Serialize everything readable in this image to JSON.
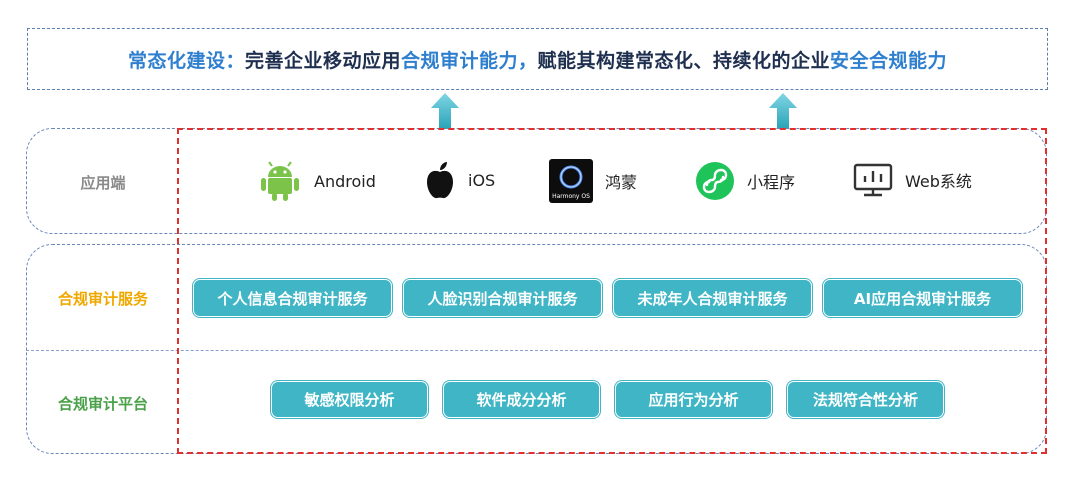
{
  "banner": {
    "segments": [
      {
        "text": "常态化建设：",
        "highlight": true
      },
      {
        "text": "完善企业移动应用",
        "highlight": false
      },
      {
        "text": "合规审计能力，",
        "highlight": true
      },
      {
        "text": "赋能其构建常态化、持续化的企业",
        "highlight": false
      },
      {
        "text": "安全合规能力",
        "highlight": true
      }
    ]
  },
  "colors": {
    "banner_text": "#1f2f4f",
    "highlight": "#2f7fcf",
    "pill_bg": "#3fb5c5",
    "red_frame": "#e03030",
    "label_app": "#8a8a8a",
    "label_service": "#f0a800",
    "label_platform": "#4aa14a"
  },
  "layers": {
    "app": {
      "label": "应用端"
    },
    "service": {
      "label": "合规审计服务"
    },
    "platform": {
      "label": "合规审计平台"
    }
  },
  "platforms": [
    {
      "icon": "android-icon",
      "label": "Android"
    },
    {
      "icon": "apple-icon",
      "label": "iOS"
    },
    {
      "icon": "harmonyos-icon",
      "label": "鸿蒙",
      "icon_text": "Harmony OS"
    },
    {
      "icon": "miniprogram-icon",
      "label": "小程序"
    },
    {
      "icon": "web-monitor-icon",
      "label": "Web系统"
    }
  ],
  "services": [
    "个人信息合规审计服务",
    "人脸识别合规审计服务",
    "未成年人合规审计服务",
    "AI应用合规审计服务"
  ],
  "analyses": [
    "敏感权限分析",
    "软件成分分析",
    "应用行为分析",
    "法规符合性分析"
  ]
}
